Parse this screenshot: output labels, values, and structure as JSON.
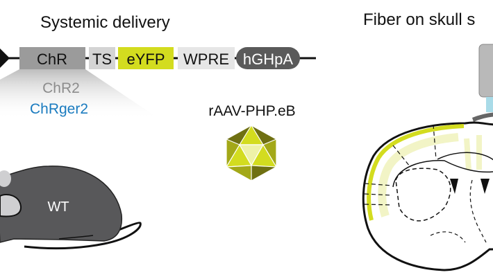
{
  "left_panel": {
    "title": "Systemic delivery",
    "construct": {
      "elements": [
        "ChR",
        "TS",
        "eYFP",
        "WPRE",
        "hGHpA"
      ],
      "colors": {
        "ChR": "#9b9b9b",
        "TS": "#d4d4d4",
        "eYFP": "#d3dc1f",
        "WPRE": "#e6e6e6",
        "hGHpA": "#5a5a5a"
      }
    },
    "variants": [
      "ChR2",
      "ChRger2"
    ],
    "variant_colors": [
      "#8c8c8c",
      "#1a7bbf"
    ],
    "virus_label": "rAAV-PHP.eB",
    "mouse_label": "WT"
  },
  "right_panel": {
    "title": "Fiber on skull s"
  }
}
